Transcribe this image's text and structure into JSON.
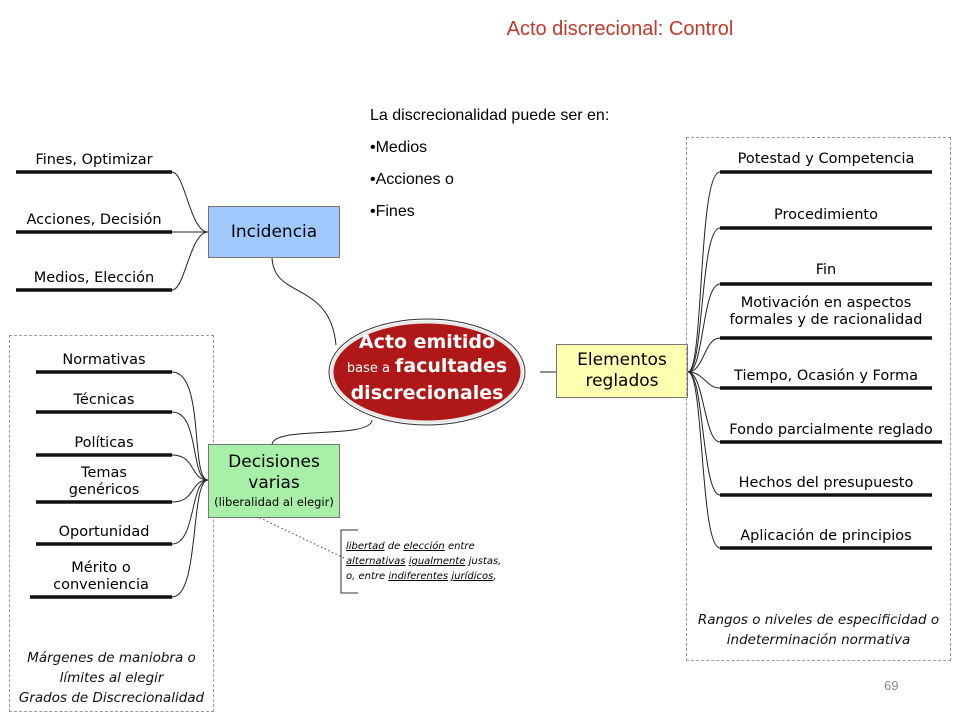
{
  "title": "Acto discrecional: Control",
  "intro": {
    "heading": "La discrecionalidad puede ser en:",
    "bullets": [
      "•Medios",
      "•Acciones o",
      "•Fines"
    ]
  },
  "center": {
    "line1": "Acto emitido",
    "line2_prefix": "base a",
    "line2_bold": "facultades",
    "line3": "discrecionales"
  },
  "incidencia": {
    "label": "Incidencia",
    "leaves": [
      "Fines, Optimizar",
      "Acciones, Decisión",
      "Medios, Elección"
    ]
  },
  "decisiones": {
    "line1": "Decisiones",
    "line2": "varias",
    "line3": "(liberalidad al elegir)",
    "leaves": [
      "Normativas",
      "Técnicas",
      "Políticas",
      "Temas genéricos",
      "Oportunidad",
      "Mérito o conveniencia"
    ],
    "leaf_lines": {
      "temas_1": "Temas",
      "temas_2": "genéricos",
      "merito_1": "Mérito o",
      "merito_2": "conveniencia"
    },
    "caption": [
      "Márgenes de maniobra o",
      "límites al elegir",
      "Grados de Discrecionalidad"
    ]
  },
  "elementos": {
    "line1": "Elementos",
    "line2": "reglados",
    "leaves": [
      "Potestad y Competencia",
      "Procedimiento",
      "Fin",
      "Motivación en aspectos formales y de racionalidad",
      "Tiempo, Ocasión y Forma",
      "Fondo parcialmente reglado",
      "Hechos del presupuesto",
      "Aplicación de principios"
    ],
    "leaf_lines": {
      "motivacion_1": "Motivación en aspectos",
      "motivacion_2": "formales y de racionalidad"
    },
    "caption": [
      "Rangos o niveles de especificidad o",
      "indeterminación normativa"
    ]
  },
  "note": {
    "w1": "libertad",
    "t1": " de ",
    "w2": "elección",
    "t2": " entre",
    "w3": "alternativas",
    "t3": " ",
    "w4": "igualmente",
    "t4": " justas,",
    "t5": "o, entre ",
    "w5": "indiferentes",
    "t6": " ",
    "w7": "jurídicos",
    "t7": ","
  },
  "page_number": "69",
  "colors": {
    "title": "#c0392b",
    "incidencia_fill": "#9fc9ff",
    "decisiones_fill": "#a8f0a8",
    "elementos_fill": "#ffffb0",
    "center_fill": "#b01818"
  }
}
